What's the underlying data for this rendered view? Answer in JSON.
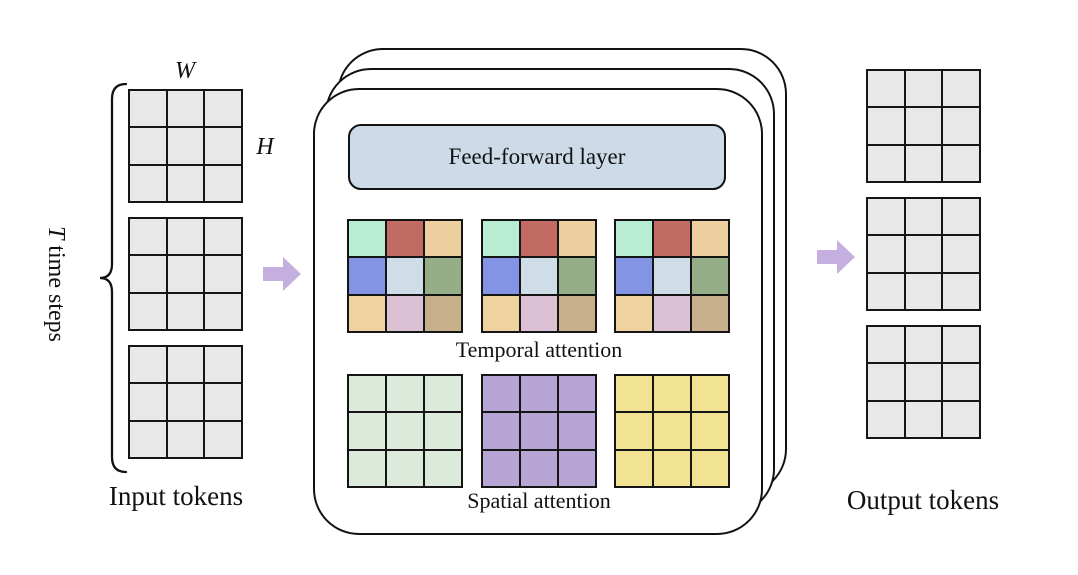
{
  "input": {
    "label": "Input tokens",
    "width_label": "W",
    "height_label": "H",
    "time_label_var": "T",
    "time_label_rest": " time steps",
    "num_grids": 3,
    "grid_rows": 3,
    "grid_cols": 3,
    "cell_color": "#e8e8e8"
  },
  "block": {
    "stacked_layers": 3,
    "feed_forward_label": "Feed-forward layer",
    "feed_forward_color": "#ccdbe7",
    "temporal_label": "Temporal attention",
    "temporal_num_grids": 3,
    "temporal_cell_colors": [
      "#b9edd3",
      "#c26b62",
      "#eed0a0",
      "#8494e4",
      "#cfdde9",
      "#95ae88",
      "#eed2a0",
      "#dcc1d5",
      "#c8af8b"
    ],
    "spatial_label": "Spatial attention",
    "spatial_num_grids": 3,
    "spatial_grid_colors": [
      "#dbeadb",
      "#b7a5d6",
      "#f2e392"
    ]
  },
  "output": {
    "label": "Output tokens",
    "num_grids": 3,
    "cell_color": "#e8e8e8"
  },
  "colors": {
    "arrow": "#c5afdf",
    "grid_line": "#151515",
    "panel_border": "#121212",
    "background": "#ffffff"
  }
}
